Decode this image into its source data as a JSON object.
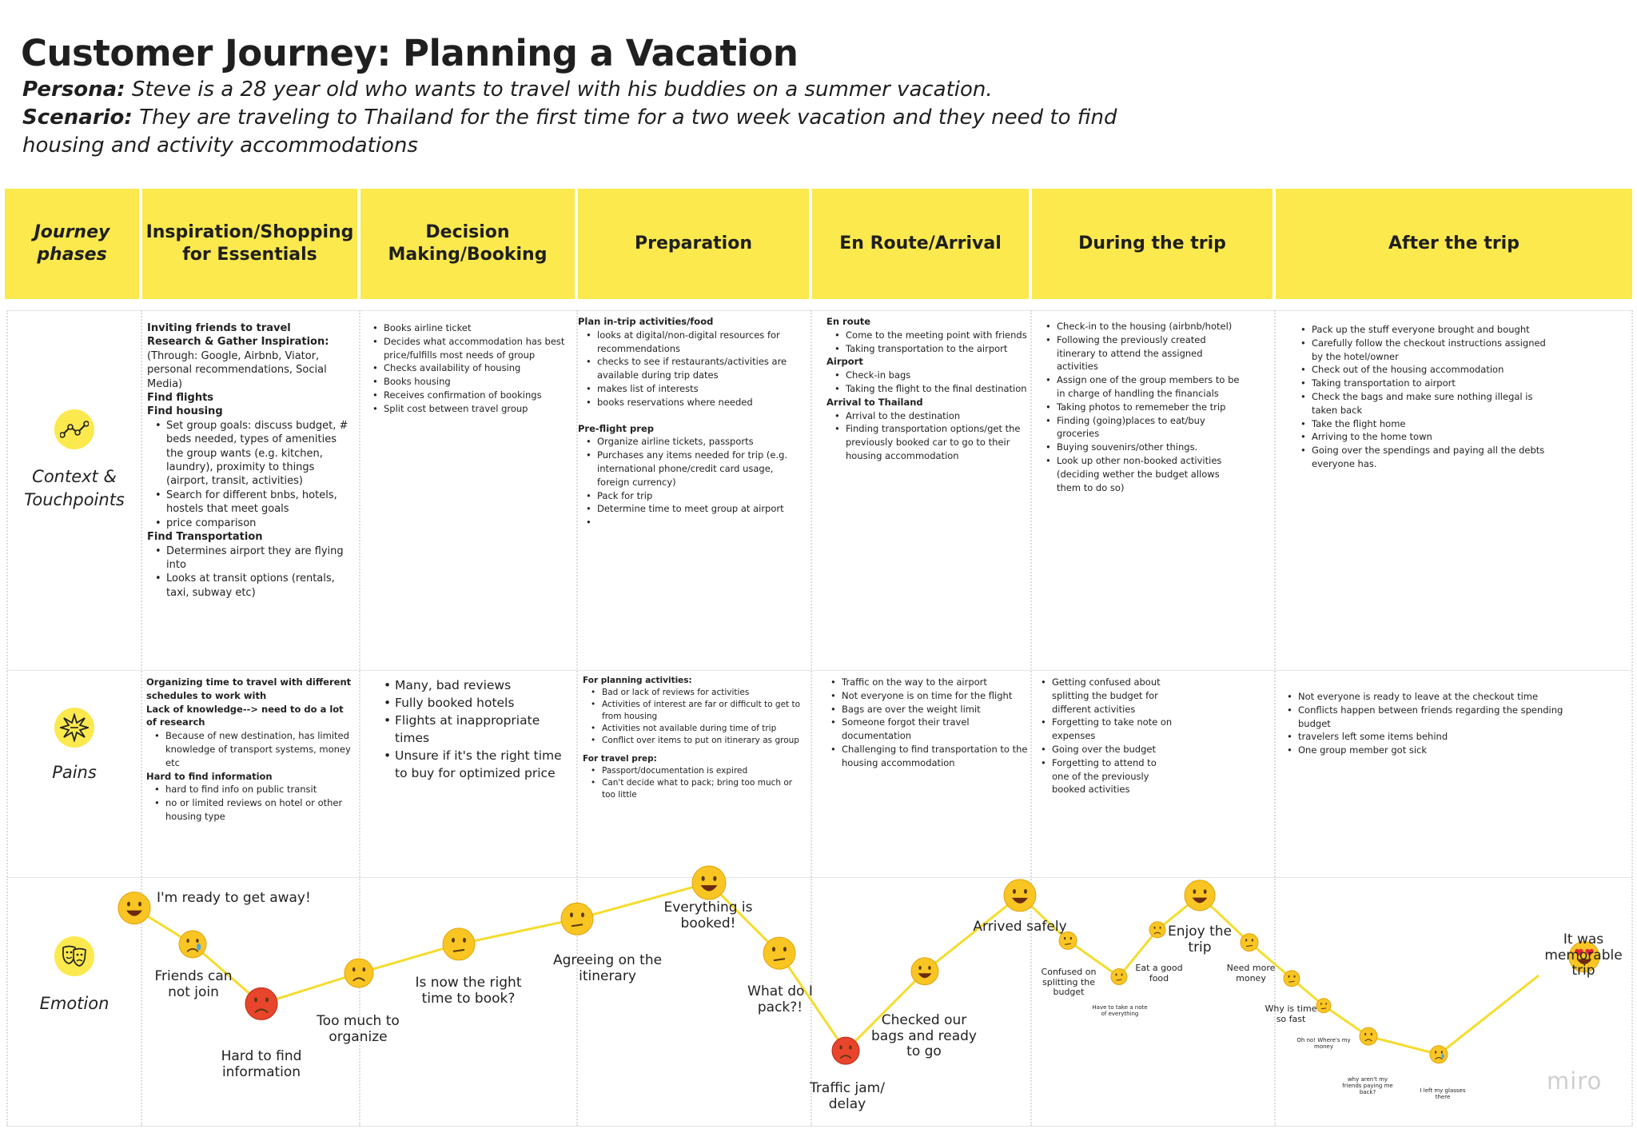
{
  "title": "Customer Journey: Planning a Vacation",
  "persona": {
    "label": "Persona:",
    "text": "Steve is a 28 year old who wants to travel with his buddies on a summer vacation."
  },
  "scenario": {
    "label": "Scenario:",
    "text": "They are traveling to Thailand for the first time for a two week vacation and they need to find housing and activity accommodations"
  },
  "phases": {
    "label": "Journey phases",
    "items": [
      "Inspiration/Shopping for Essentials",
      "Decision Making/Booking",
      "Preparation",
      "En Route/Arrival",
      "During the trip",
      "After the trip"
    ]
  },
  "rows": {
    "context": "Context & Touchpoints",
    "pains": "Pains",
    "emotion": "Emotion"
  },
  "colors": {
    "accent": "#fbe94e",
    "line": "#f5dc2e",
    "emoji_face": "#f9c523",
    "emoji_angry": "#e8452c"
  },
  "context": {
    "inspiration": {
      "h1": "Inviting friends to travel",
      "h2": "Research & Gather Inspiration:",
      "p1": "(Through: Google, Airbnb, Viator, personal recommendations, Social Media)",
      "h3": "Find flights",
      "h4": "Find housing",
      "housing": [
        "Set group goals: discuss budget, # beds needed, types of amenities the group wants (e.g. kitchen, laundry), proximity to things (airport, transit, activities)",
        "Search for different bnbs, hotels, hostels that meet goals",
        "price comparison"
      ],
      "h5": "Find Transportation",
      "transport": [
        "Determines airport they are flying into",
        "Looks at transit options (rentals, taxi, subway etc)"
      ]
    },
    "decision": [
      "Books airline ticket",
      "Decides what accommodation has best price/fulfills most needs of group",
      "Checks availability of housing",
      "Books housing",
      "Receives confirmation of bookings",
      "Split cost between travel group"
    ],
    "preparation": {
      "h1": "Plan in-trip activities/food",
      "plan": [
        "looks at digital/non-digital resources for recommendations",
        "checks to see if restaurants/activities are available during trip dates",
        "makes list of interests",
        "books reservations where needed"
      ],
      "h2": "Pre-flight prep",
      "prep": [
        "Organize airline tickets, passports",
        "Purchases any items needed for trip (e.g. international phone/credit card usage, foreign currency)",
        "Pack for trip",
        "Determine time to meet group at airport",
        ""
      ]
    },
    "enroute": {
      "h1": "En route",
      "route": [
        "Come to the meeting point with friends",
        "Taking transportation to the airport"
      ],
      "h2": "Airport",
      "airport": [
        "Check-in bags",
        "Taking the flight to the final destination"
      ],
      "h3": "Arrival to Thailand",
      "arrival": [
        "Arrival to the destination",
        "Finding transportation options/get the previously booked car to go to their housing accommodation"
      ]
    },
    "during": [
      "Check-in to the housing (airbnb/hotel)",
      "Following the previously created itinerary to attend the assigned activities",
      "Assign one of the group members to be in charge of handling the financials",
      "Taking photos to rememeber the trip",
      "Finding (going)places to eat/buy groceries",
      "Buying souvenirs/other things.",
      "Look up other non-booked activities (deciding wether the budget allows them to do so)"
    ],
    "after": [
      "Pack up the stuff everyone brought and bought",
      "Carefully follow the checkout instructions assigned by the hotel/owner",
      "Check out of the housing accommodation",
      "Taking transportation to airport",
      "Check the bags and make sure nothing illegal is taken back",
      "Take the flight home",
      "Arriving to the home town",
      "Going over the spendings and paying all the debts everyone has."
    ]
  },
  "pains": {
    "inspiration": {
      "h1": "Organizing time to travel with different schedules to work with",
      "h2": "Lack of knowledge--> need to do a lot of research",
      "knowledge": [
        "Because of new destination, has limited knowledge of transport systems, money etc"
      ],
      "h3": "Hard to find information",
      "info": [
        "hard to find info on public transit",
        "no or limited reviews on hotel or other housing type"
      ]
    },
    "decision": [
      "Many, bad reviews",
      "Fully booked hotels",
      "Flights at inappropriate times",
      "Unsure if it's the right time to buy for optimized price"
    ],
    "preparation": {
      "h1": "For planning activities:",
      "planning": [
        "Bad or lack of reviews for activities",
        "Activities of interest are far or difficult to get to from housing",
        "Activities not available during time of trip",
        "Conflict over items to put on itinerary as group"
      ],
      "h2": "For travel prep:",
      "travel": [
        "Passport/documentation is expired",
        "Can't decide what to pack; bring too much or too little"
      ]
    },
    "enroute": [
      "Traffic on the way to the airport",
      "Not everyone is on time for the flight",
      "Bags are over the weight limit",
      "Someone forgot their travel documentation",
      "Challenging to find transportation to the housing accommodation"
    ],
    "during": [
      "Getting confused about splitting the budget for different activities",
      "Forgetting to take note on expenses",
      "Going over the budget",
      "Forgetting to attend to one of the previously booked activities"
    ],
    "after": [
      "Not everyone is ready to leave at the checkout time",
      "Conflicts happen between friends regarding the spending budget",
      "travelers left some items behind",
      "One group member got sick"
    ]
  },
  "emotion_points": [
    {
      "label": "I'm ready to get away!",
      "level": 0.86,
      "icon": "star-struck-icon"
    },
    {
      "label": "Friends can not join",
      "level": 0.66,
      "icon": "crying-icon"
    },
    {
      "label": "Hard to find information",
      "level": 0.33,
      "icon": "angry-icon"
    },
    {
      "label": "Too much to organize",
      "level": 0.5,
      "icon": "weary-icon"
    },
    {
      "label": "Is now the right time to book?",
      "level": 0.66,
      "icon": "thinking-icon"
    },
    {
      "label": "Agreeing on the itinerary",
      "level": 0.8,
      "icon": "facepalm-icon"
    },
    {
      "label": "Everything is booked!",
      "level": 1.0,
      "icon": "laughing-icon"
    },
    {
      "label": "What do I pack?!",
      "level": 0.61,
      "icon": "worried-icon"
    },
    {
      "label": "Traffic jam/ delay",
      "level": 0.07,
      "icon": "angry-icon"
    },
    {
      "label": "Checked our bags and ready to go",
      "level": 0.51,
      "icon": "grinning-icon"
    },
    {
      "label": "Arrived safely",
      "level": 0.93,
      "icon": "laughing-icon"
    },
    {
      "label": "Confused on splitting the budget",
      "level": 0.68,
      "icon": "confounded-icon"
    },
    {
      "label": "Have to take a note of everything",
      "level": 0.48,
      "icon": "persevering-icon"
    },
    {
      "label": "Eat a good food",
      "level": 0.74,
      "icon": "tired-icon"
    },
    {
      "label": "Enjoy the trip",
      "level": 0.93,
      "icon": "laughing-icon"
    },
    {
      "label": "Need more money",
      "level": 0.67,
      "icon": "confounded-icon"
    },
    {
      "label": "Why is time so fast",
      "level": 0.47,
      "icon": "persevering-icon"
    },
    {
      "label": "Oh no! Where's my money",
      "level": 0.32,
      "icon": "fearful-icon"
    },
    {
      "label": "why aren't my friends paying me back?",
      "level": 0.15,
      "icon": "sad-icon"
    },
    {
      "label": "I left my glasses there",
      "level": 0.05,
      "icon": "sobbing-icon"
    },
    {
      "label": "It was memorable trip",
      "level": 0.59,
      "icon": "heart-eyes-icon"
    }
  ],
  "watermark": "miro"
}
